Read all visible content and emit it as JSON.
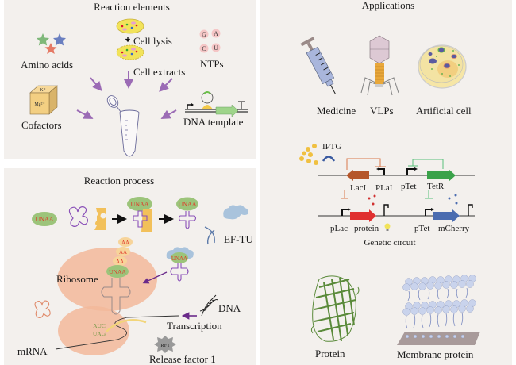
{
  "panels": {
    "elements": {
      "title": "Reaction elements",
      "labels": {
        "amino_acids": "Amino acids",
        "cell_lysis": "Cell lysis",
        "cell_extracts": "Cell extracts",
        "ntps": "NTPs",
        "cofactors": "Cofactors",
        "dna_template": "DNA template",
        "cofactor_k": "K⁺",
        "cofactor_mg": "Mg²⁺"
      },
      "nucleotides": [
        "G",
        "A",
        "C",
        "U"
      ]
    },
    "process": {
      "title": "Reaction process",
      "labels": {
        "unaa": "UNAA",
        "aa": "AA",
        "ribosome": "Ribosome",
        "ef_tu": "EF-TU",
        "dna": "DNA",
        "transcription": "Transcription",
        "mrna": "mRNA",
        "rf1": "RF1",
        "release_factor": "Release factor 1",
        "codon_auc": "AUC",
        "codon_uag": "UAG"
      }
    },
    "applications": {
      "title": "Applications",
      "items": [
        "Medicine",
        "VLPs",
        "Artificial cell"
      ],
      "circuit": {
        "title": "Genetic circuit",
        "inducer": "IPTG",
        "top_parts": [
          "LacI",
          "PLaI",
          "pTet",
          "TetR"
        ],
        "bottom_parts": [
          "pLac",
          "protein",
          "pTet",
          "mCherry"
        ]
      },
      "products": [
        "Protein",
        "Membrane protein"
      ]
    }
  },
  "colors": {
    "panel_bg": "#f3f0ed",
    "arrow_purple": "#9b6bb5",
    "laci": "#b5562a",
    "tetr": "#3aa24a",
    "red_gene": "#e03030",
    "blue_gene": "#4a6cb0",
    "ribosome": "#f2b89a",
    "unaa_green": "#9cc47a",
    "unaa_text": "#e03a2a"
  }
}
